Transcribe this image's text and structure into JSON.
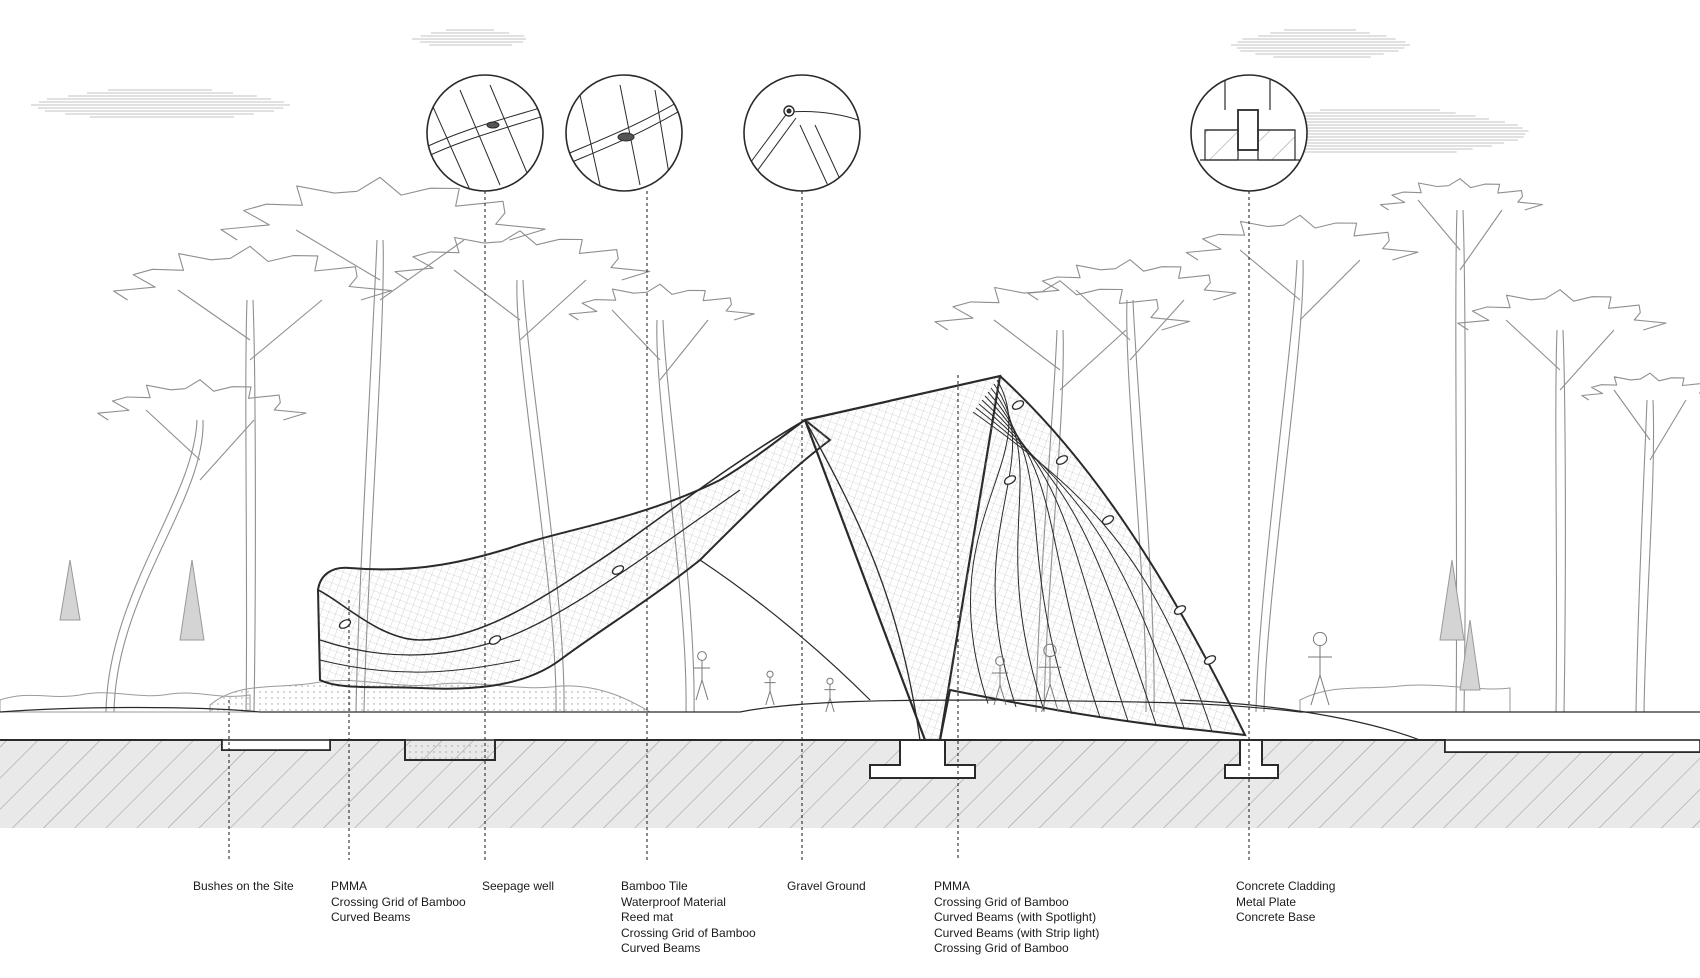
{
  "callouts": [
    {
      "id": "bushes",
      "lines": [
        "Bushes on the Site"
      ]
    },
    {
      "id": "pmma-left",
      "lines": [
        "PMMA",
        "Crossing Grid of Bamboo",
        "Curved Beams"
      ]
    },
    {
      "id": "seepage",
      "lines": [
        "Seepage well"
      ]
    },
    {
      "id": "roof",
      "lines": [
        "Bamboo Tile",
        "Waterproof Material",
        "Reed mat",
        "Crossing Grid of Bamboo",
        "Curved Beams"
      ]
    },
    {
      "id": "gravel",
      "lines": [
        "Gravel Ground"
      ]
    },
    {
      "id": "pmma-right",
      "lines": [
        "PMMA",
        "Crossing Grid of Bamboo",
        "Curved Beams  (with Spotlight)",
        "Curved Beams  (with Strip light)",
        "Crossing Grid of Bamboo"
      ]
    },
    {
      "id": "foundation",
      "lines": [
        "Concrete Cladding",
        "Metal Plate",
        "Concrete Base"
      ]
    }
  ],
  "detail_circles": [
    {
      "id": "detail-1",
      "subject": "roof-edge-joint"
    },
    {
      "id": "detail-2",
      "subject": "roof-edge-joint-section"
    },
    {
      "id": "detail-3",
      "subject": "ridge-hinge"
    },
    {
      "id": "detail-4",
      "subject": "foundation-footing"
    }
  ],
  "colors": {
    "line": "#2a2a2a",
    "tree_line": "#8f8f8f",
    "hatch": "#9a9a9a",
    "ground_band": "#e9e9e9",
    "mesh": "#b8b8b8"
  }
}
